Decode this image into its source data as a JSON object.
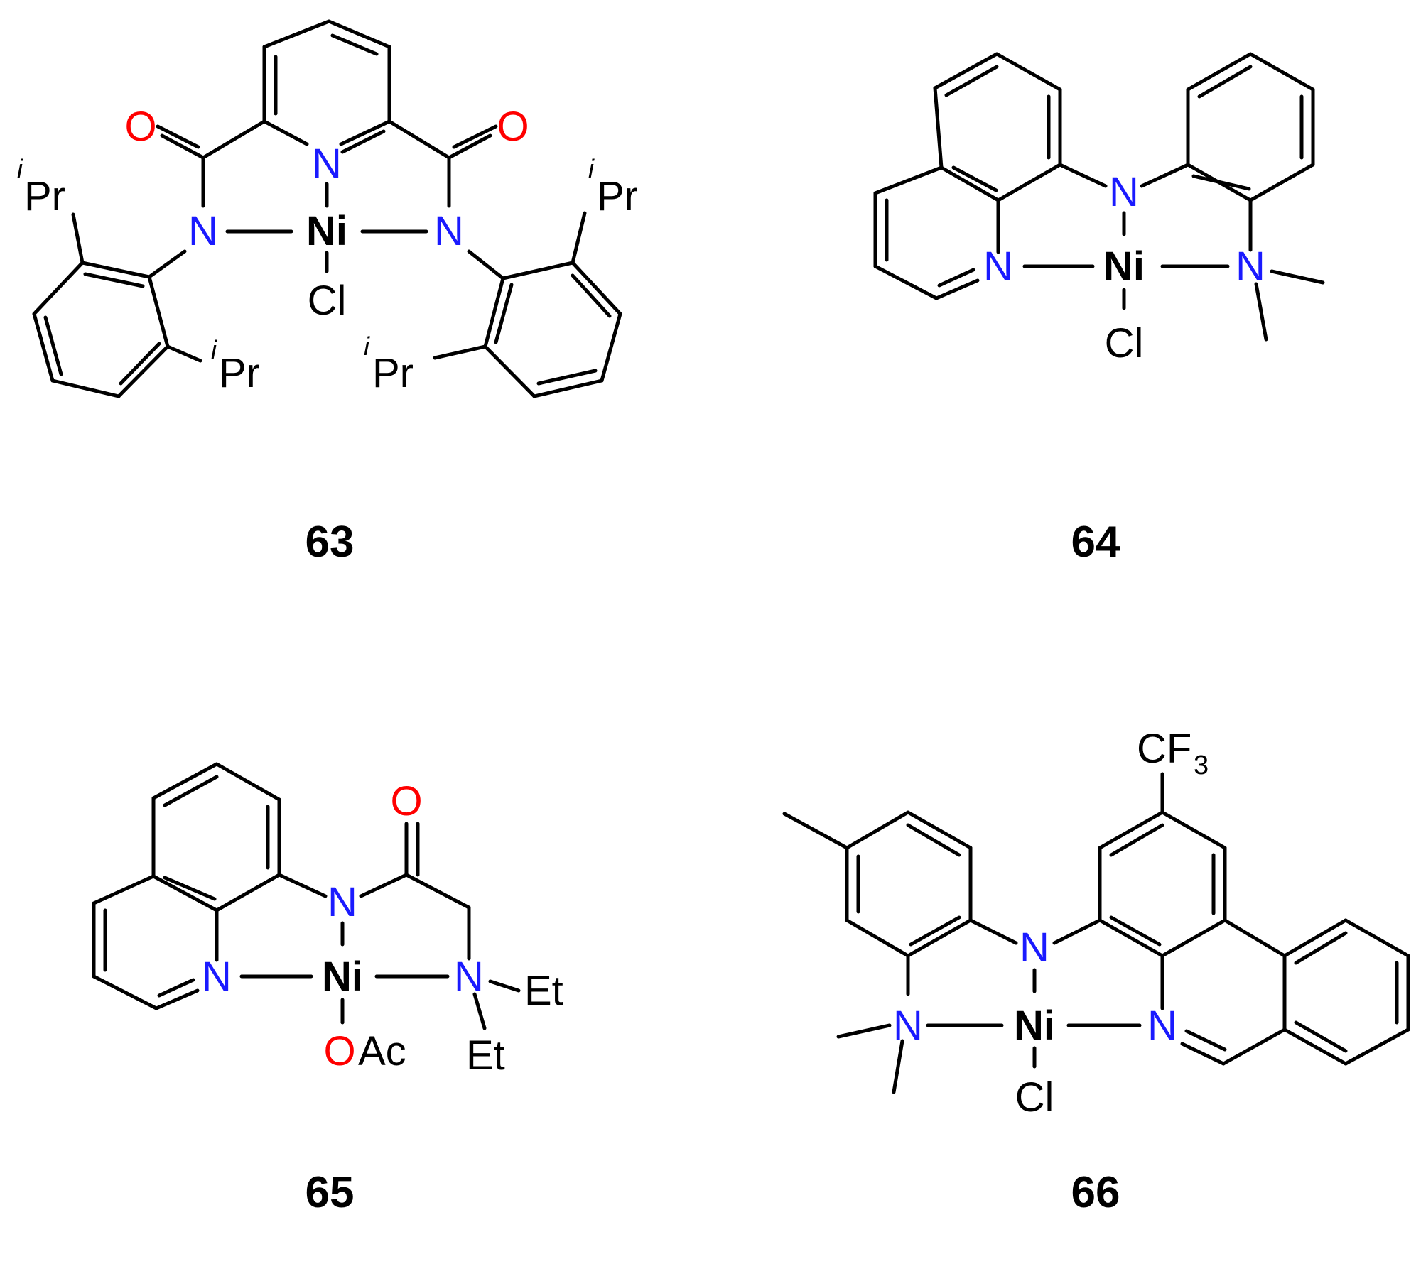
{
  "colors": {
    "nitrogen": "#1a1aff",
    "oxygen": "#ff0000",
    "carbon": "#000000",
    "metal": "#000000",
    "background": "#ffffff"
  },
  "compounds": [
    {
      "number": "63",
      "atoms": {
        "n_pyridine": "N",
        "n_left": "N",
        "n_right": "N",
        "o_left": "O",
        "o_right": "O",
        "metal": "Ni",
        "halide": "Cl"
      },
      "substituents": [
        {
          "sup": "i",
          "text": "Pr"
        },
        {
          "sup": "i",
          "text": "Pr"
        },
        {
          "sup": "i",
          "text": "Pr"
        },
        {
          "sup": "i",
          "text": "Pr"
        }
      ]
    },
    {
      "number": "64",
      "atoms": {
        "n_amide": "N",
        "n_quinoline": "N",
        "n_amine": "N",
        "metal": "Ni",
        "halide": "Cl"
      }
    },
    {
      "number": "65",
      "atoms": {
        "n_amide": "N",
        "n_quinoline": "N",
        "n_amine": "N",
        "o_carbonyl": "O",
        "o_acetate": "O",
        "acetate": "Ac",
        "metal": "Ni",
        "ethyl_1": "Et",
        "ethyl_2": "Et"
      }
    },
    {
      "number": "66",
      "atoms": {
        "n_amide": "N",
        "n_imine": "N",
        "n_amine": "N",
        "metal": "Ni",
        "halide": "Cl",
        "cf3_main": "CF",
        "cf3_sub": "3"
      }
    }
  ]
}
